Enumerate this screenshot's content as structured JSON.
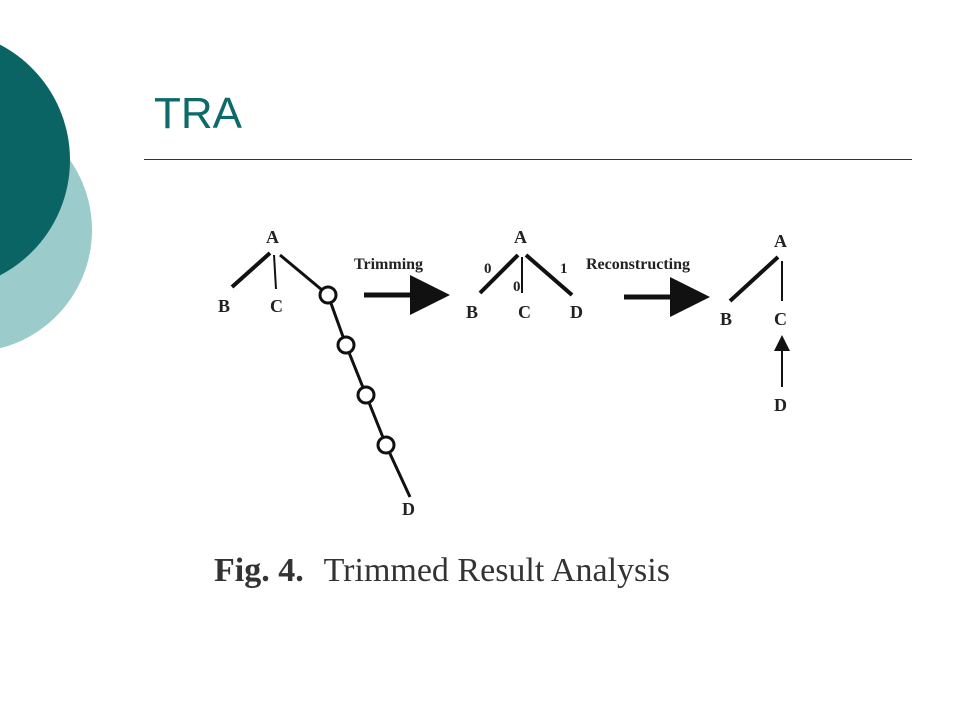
{
  "slide": {
    "title": "TRA",
    "colors": {
      "title": "#0e6a6a",
      "deco_dark": "#0b6464",
      "deco_light": "#9ccbcb"
    }
  },
  "figure": {
    "tree1": {
      "nodes": [
        "A",
        "B",
        "C",
        "D"
      ]
    },
    "op1": {
      "label": "Trimming"
    },
    "tree2": {
      "nodes": [
        "A",
        "B",
        "C",
        "D"
      ],
      "edge_labels": [
        "0",
        "0",
        "1"
      ]
    },
    "op2": {
      "label": "Reconstructing"
    },
    "tree3": {
      "nodes": [
        "A",
        "B",
        "C",
        "D"
      ]
    },
    "caption": {
      "number": "Fig. 4.",
      "text": "Trimmed Result Analysis"
    }
  }
}
